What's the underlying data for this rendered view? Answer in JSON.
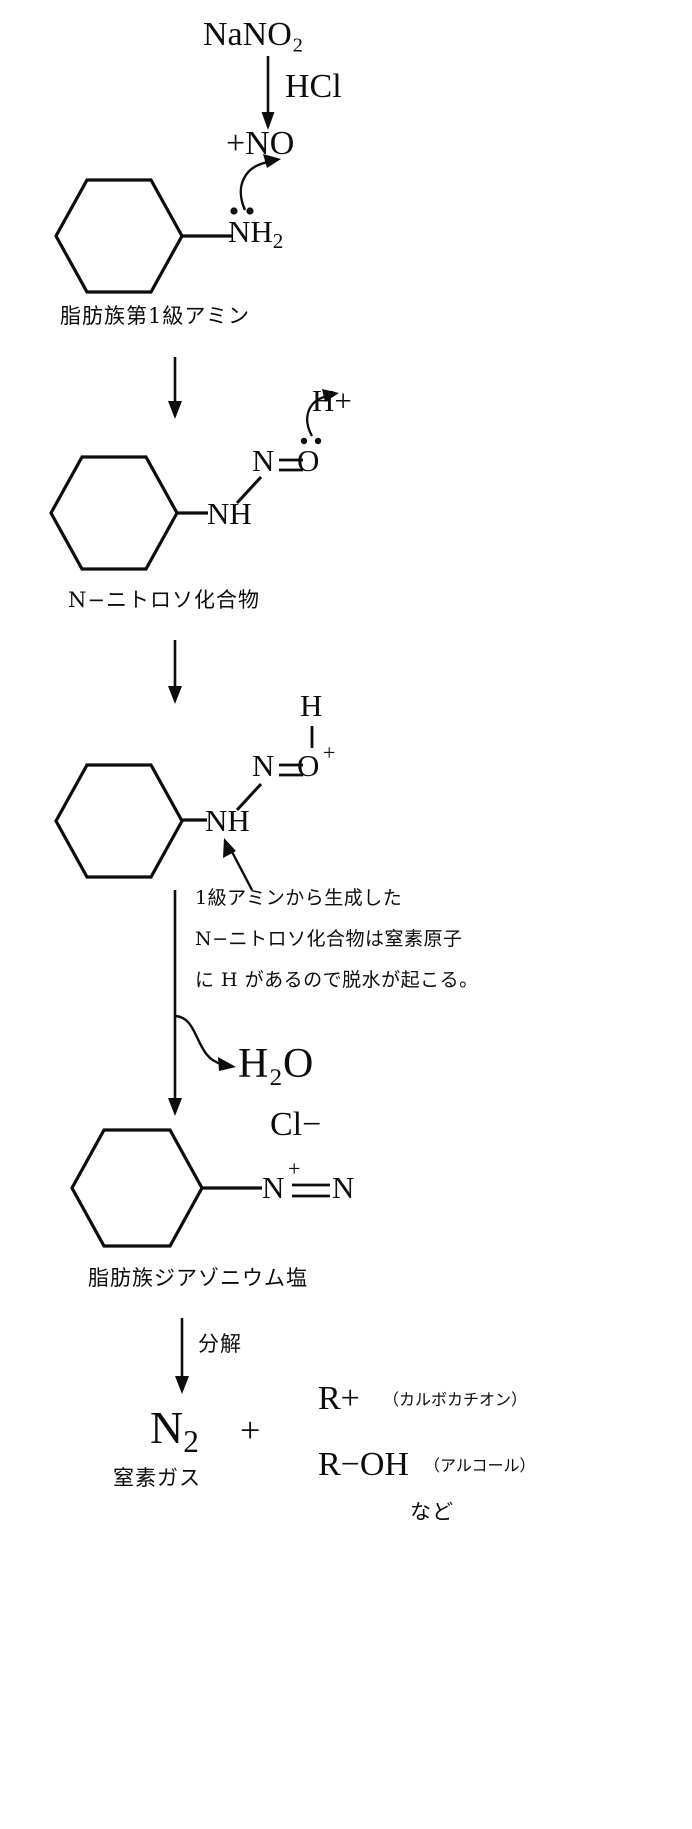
{
  "diagram": {
    "title_reagents": {
      "reagent_top": "NaNO₂",
      "reagent_side": "HCl",
      "electrophile": "+NO"
    },
    "step1": {
      "substituent": "NH",
      "substituent_sub": "2",
      "label": "脂肪族第1級アミン"
    },
    "step2": {
      "nitrogen": "NH",
      "n_atom": "N",
      "o_atom": "O",
      "leaving": "H+",
      "label": "N−ニトロソ化合物"
    },
    "step3": {
      "nitrogen": "NH",
      "n_atom": "N",
      "o_atom": "O",
      "o_charge": "+",
      "h_atom": "H",
      "note_line1": "1級アミンから生成した",
      "note_line2": "N−ニトロソ化合物は窒素原子",
      "note_line3": "に H があるので脱水が起こる。",
      "water": "H₂O"
    },
    "step4": {
      "counter_ion": "Cl−",
      "n_atom_1": "N",
      "n_charge": "+",
      "n_atom_2": "N",
      "label": "脂肪族ジアゾニウム塩"
    },
    "decomposition": {
      "arrow_label": "分解",
      "product_n2": "N",
      "product_n2_sub": "2",
      "product_n2_label": "窒素ガス",
      "plus": "+",
      "product_r_cation": "R+",
      "product_r_cation_note": "（カルボカチオン）",
      "product_alcohol": "R−OH",
      "product_alcohol_note": "（アルコール）",
      "etc": "など"
    },
    "colors": {
      "ink": "#0d0d0d",
      "background": "#ffffff"
    }
  }
}
